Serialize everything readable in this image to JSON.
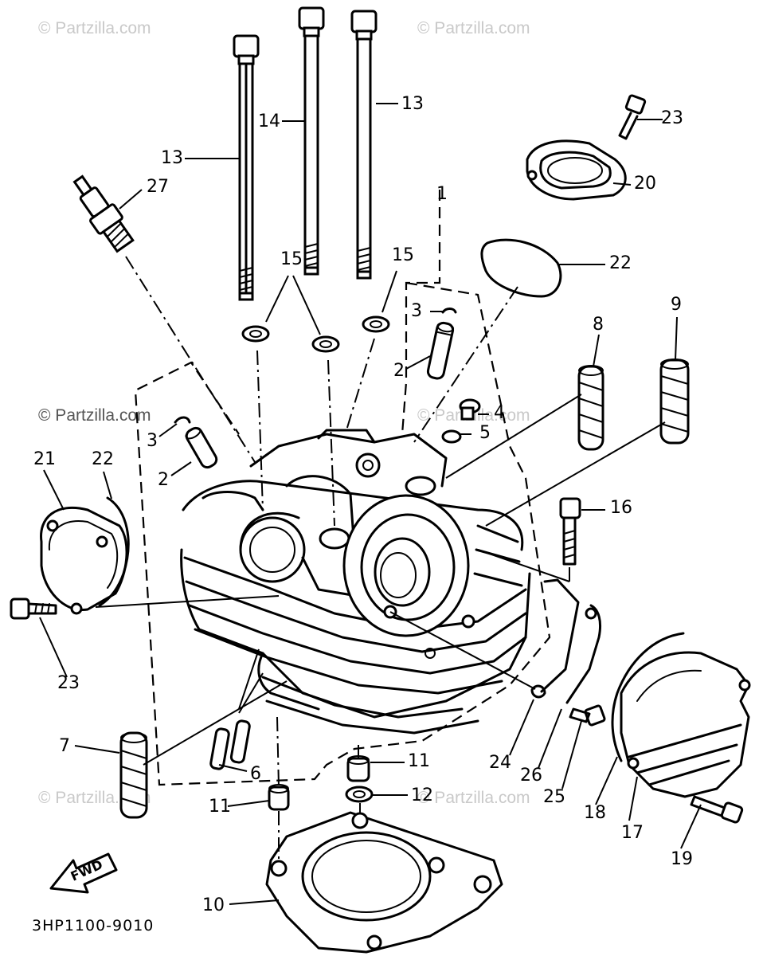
{
  "diagram_code": "3HP1100-9010",
  "watermark": "© Partzilla.com",
  "fwd_label": "FWD",
  "callouts": {
    "c1": "1",
    "c2a": "2",
    "c2b": "2",
    "c3a": "3",
    "c3b": "3",
    "c4": "4",
    "c5": "5",
    "c6": "6",
    "c7": "7",
    "c8": "8",
    "c9": "9",
    "c10": "10",
    "c11a": "11",
    "c11b": "11",
    "c12": "12",
    "c13a": "13",
    "c13b": "13",
    "c14": "14",
    "c15a": "15",
    "c15b": "15",
    "c16": "16",
    "c17": "17",
    "c18": "18",
    "c19": "19",
    "c20": "20",
    "c21": "21",
    "c22a": "22",
    "c22b": "22",
    "c23a": "23",
    "c23b": "23",
    "c24": "24",
    "c25": "25",
    "c26": "26",
    "c27": "27"
  }
}
